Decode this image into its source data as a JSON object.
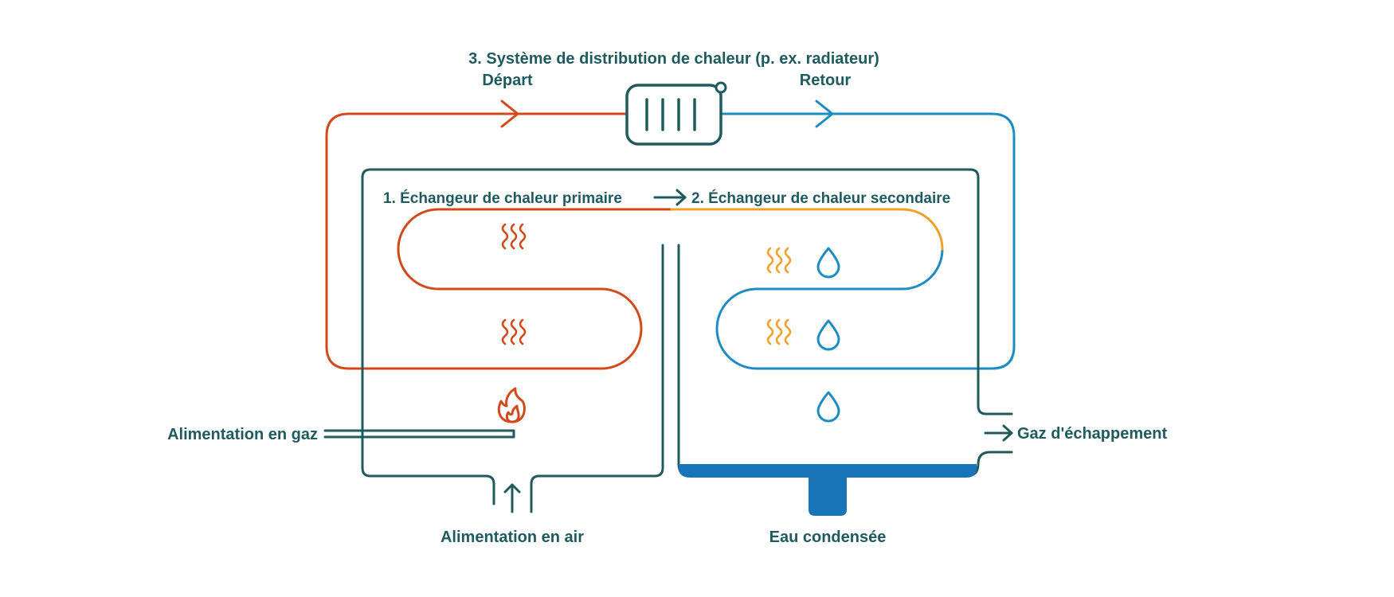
{
  "labels": {
    "distribution_title": "3. Système de distribution de chaleur (p. ex. radiateur)",
    "depart": "Départ",
    "retour": "Retour",
    "primary_exchanger": "1. Échangeur de chaleur primaire",
    "secondary_exchanger": "2. Échangeur de chaleur secondaire",
    "gas_supply": "Alimentation en gaz",
    "air_supply": "Alimentation en air",
    "exhaust_gas": "Gaz d'échappement",
    "condensed_water": "Eau condensée"
  },
  "colors": {
    "outline": "#1f5a5e",
    "flow_hot": "#d24a1b",
    "flow_return": "#1d8cc0",
    "warm_transition": "#f1a02a",
    "condensate": "#1a74b8"
  },
  "icons": {
    "radiator": "radiator-icon",
    "heat": "heat-waves-icon",
    "drop": "water-drop-icon",
    "flame": "flame-icon",
    "arrow": "arrow-icon"
  }
}
